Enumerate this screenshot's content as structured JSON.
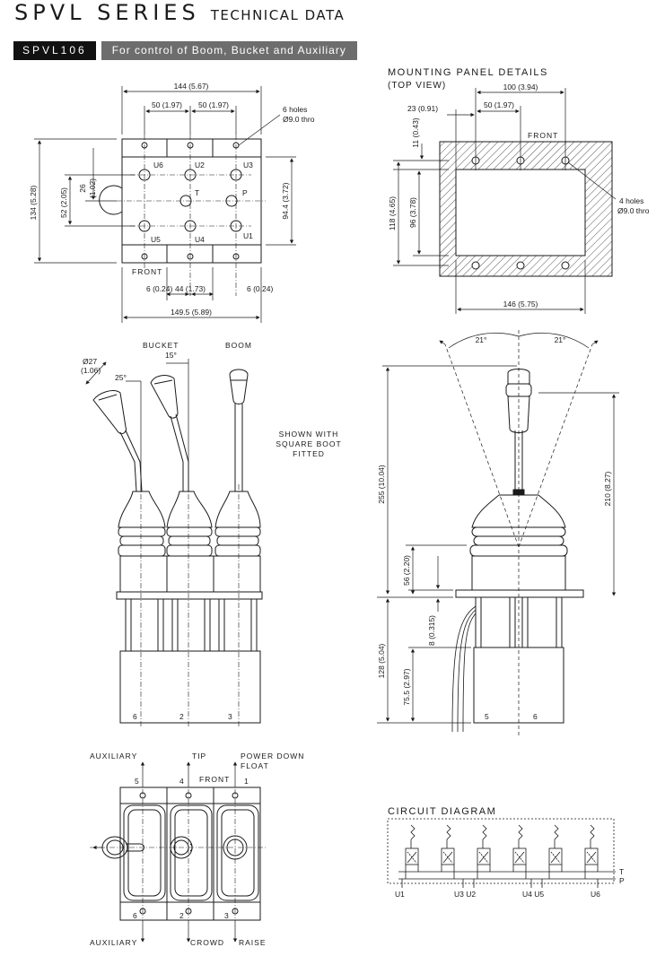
{
  "header": {
    "title": "SPVL SERIES",
    "subtitle": "TECHNICAL DATA"
  },
  "band": {
    "model": "SPVL106",
    "description": "For control of Boom, Bucket and Auxiliary"
  },
  "top_view": {
    "dims": {
      "width_top": "144 (5.67)",
      "pitch_left": "50 (1.97)",
      "pitch_right": "50 (1.97)",
      "holes_note_1": "6 holes",
      "holes_note_2": "Ø9.0 thro",
      "height_left": "134 (5.28)",
      "height_52": "52 (2.05)",
      "height_26": "26",
      "height_26_in": "(1.02)",
      "height_right": "94.4 (3.72)",
      "off_left": "6 (0.24)",
      "center": "44 (1.73)",
      "off_right": "6 (0.24)",
      "width_bottom": "149.5 (5.89)"
    },
    "ports": {
      "u6": "U6",
      "u2": "U2",
      "u3": "U3",
      "t": "T",
      "p": "P",
      "u5": "U5",
      "u4": "U4",
      "u1": "U1"
    },
    "front": "FRONT"
  },
  "mounting": {
    "title_1": "MOUNTING PANEL DETAILS",
    "title_2": "(TOP VIEW)",
    "dims": {
      "top": "100 (3.94)",
      "left_off": "23 (0.91)",
      "pitch": "50 (1.97)",
      "v_off": "11 (0.43)",
      "h_outer": "118 (4.65)",
      "h_inner": "96 (3.78)",
      "bottom": "146 (5.75)",
      "holes_1": "4 holes",
      "holes_2": "Ø9.0 thro"
    },
    "front": "FRONT"
  },
  "side_view": {
    "labels": {
      "bucket": "BUCKET",
      "boom": "BOOM",
      "angle_15": "15°",
      "angle_25": "25°",
      "dia_1": "Ø27",
      "dia_2": "(1.06)",
      "note_1": "SHOWN WITH",
      "note_2": "SQUARE BOOT",
      "note_3": "FITTED"
    },
    "bottom": {
      "n6": "6",
      "n2": "2",
      "n3": "3"
    }
  },
  "profile": {
    "labels": {
      "a_left": "21°",
      "a_right": "21°",
      "d255": "255 (10.04)",
      "d210": "210 (8.27)",
      "d56": "56 (2.20)",
      "d8": "8 (0.315)",
      "d128": "128 (5.04)",
      "d755": "75.5 (2.97)",
      "n5": "5",
      "n6": "6"
    }
  },
  "plan": {
    "labels": {
      "auxiliary_top": "AUXILIARY",
      "tip": "TIP",
      "power_1": "POWER DOWN",
      "power_2": "FLOAT",
      "front": "FRONT",
      "n5": "5",
      "n4": "4",
      "n1": "1",
      "n6": "6",
      "n2": "2",
      "n3": "3",
      "auxiliary_bottom": "AUXILIARY",
      "crowd": "CROWD",
      "raise": "RAISE"
    }
  },
  "circuit": {
    "title": "CIRCUIT DIAGRAM",
    "ports": {
      "u1": "U1",
      "u3u2": "U3 U2",
      "u4u5": "U4 U5",
      "u6": "U6",
      "t": "T",
      "p": "P"
    }
  },
  "colors": {
    "ink": "#1a1a1a",
    "band_dark": "#111111",
    "band_grey": "#6d6d6d"
  }
}
